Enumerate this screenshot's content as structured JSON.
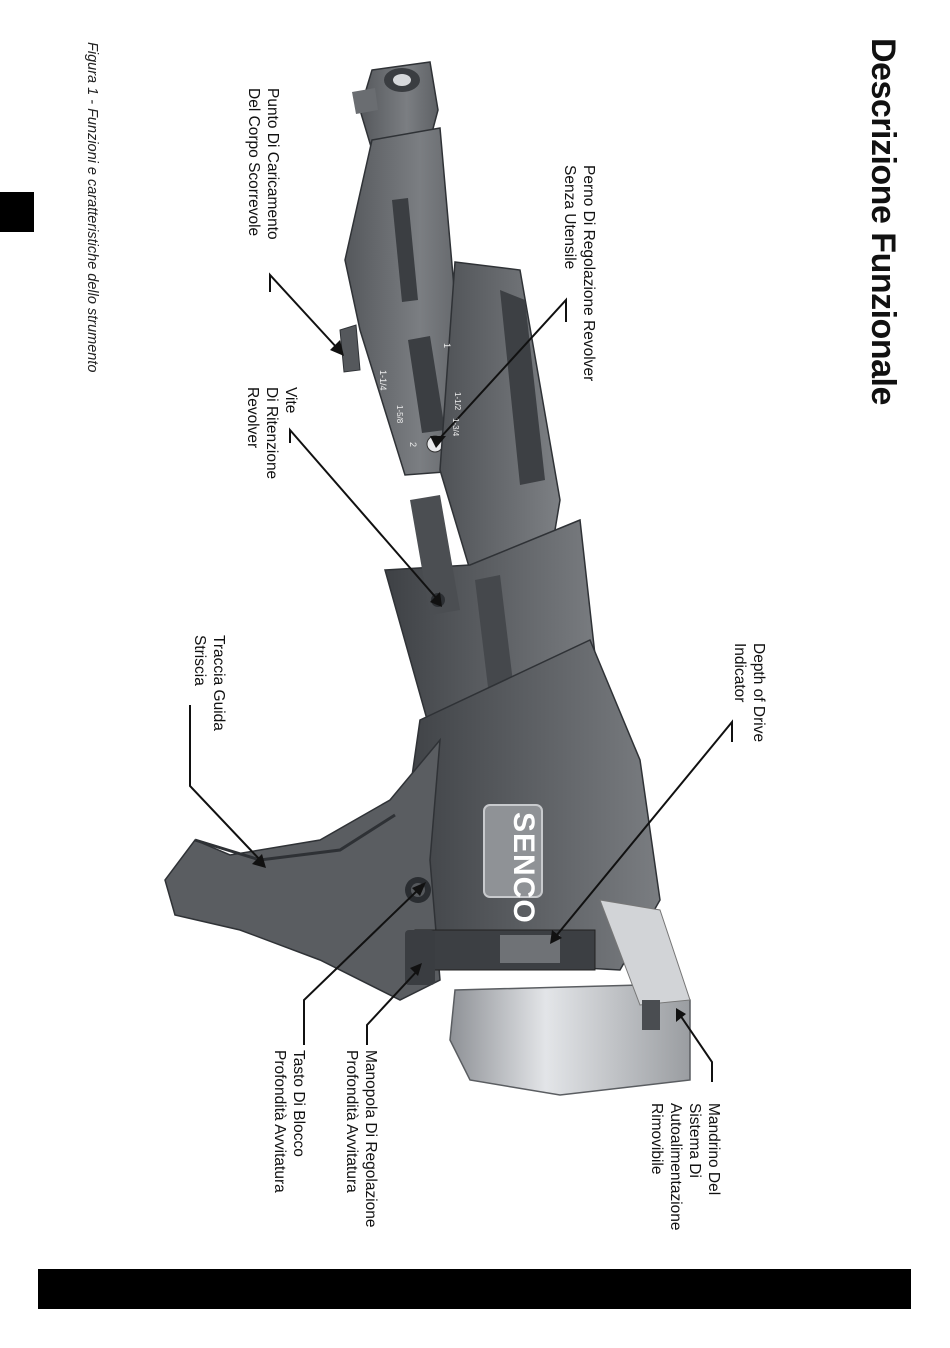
{
  "page": {
    "title": "Descrizione Funzionale",
    "caption": "Figura 1 - Funzioni e caratteristiche dello strumento"
  },
  "tool": {
    "brand_logo": "SENCO",
    "scale_marks": [
      "1",
      "1-1/4",
      "1-1/2",
      "1-3/4",
      "1-5/8",
      "2"
    ]
  },
  "callouts": {
    "perno": {
      "lines": [
        "Perno Di Regolazione Revolver",
        "Senza Utensile"
      ]
    },
    "punto": {
      "lines": [
        "Punto Di Caricamento",
        "Del Corpo Scorrevole"
      ]
    },
    "vite": {
      "lines": [
        "Vite",
        "Di Ritenzione",
        "Revolver"
      ]
    },
    "depth": {
      "lines": [
        "Depth of Drive",
        "Indicator"
      ]
    },
    "traccia": {
      "lines": [
        "Traccia Guida",
        "Striscia"
      ]
    },
    "mandrino": {
      "lines": [
        "Mandrino Del",
        "Sistema Di",
        "Autoalimentazione",
        "Rimovibile"
      ]
    },
    "manopola": {
      "lines": [
        "Manopola Di Regolazione",
        "Profondità Avvitatura"
      ]
    },
    "tasto": {
      "lines": [
        "Tasto Di Blocco",
        "Profondità Avvitatura"
      ]
    }
  },
  "colors": {
    "body_dark": "#4a4d51",
    "body_mid": "#6b6e72",
    "body_light": "#8a8d91",
    "metal": "#c9cbce",
    "ink": "#111111"
  }
}
